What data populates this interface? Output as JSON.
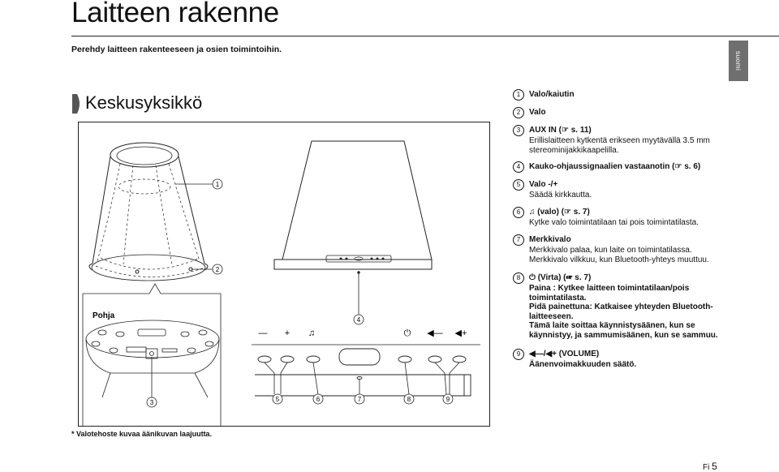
{
  "page": {
    "title": "Laitteen rakenne",
    "intro": "Perehdy laitteen rakenteeseen ja osien toimintoihin.",
    "language_tab": "suomi",
    "section_title": "Keskusyksikkö",
    "footnote": "* Valotehoste kuvaa äänikuvan laajuutta.",
    "page_prefix": "Fi",
    "page_number": "5"
  },
  "diagram": {
    "base_label": "Pohja",
    "callouts": [
      "1",
      "2",
      "3",
      "4",
      "5",
      "6",
      "7",
      "8",
      "9"
    ],
    "panel_symbols": [
      "—",
      "+",
      "♫",
      "⏻",
      "◀—",
      "◀+"
    ]
  },
  "items": [
    {
      "num": "1",
      "name": "Valo/kaiutin",
      "desc": []
    },
    {
      "num": "2",
      "name": "Valo",
      "desc": []
    },
    {
      "num": "3",
      "name": "AUX IN (☞ s. 11)",
      "desc": [
        {
          "text": "Erillislaitteen kytkentä erikseen myytävällä 3.5 mm",
          "bold": false
        },
        {
          "text": "stereominijakkikaapelilla.",
          "bold": false
        }
      ]
    },
    {
      "num": "4",
      "name": "Kauko-ohjaussignaalien vastaanotin (☞ s. 6)",
      "desc": []
    },
    {
      "num": "5",
      "name": "Valo -/+",
      "desc": [
        {
          "text": "Säädä kirkkautta.",
          "bold": false
        }
      ]
    },
    {
      "num": "6",
      "name": "♫ (valo) (☞ s. 7)",
      "desc": [
        {
          "text": "Kytke valo toimintatilaan tai pois toimintatilasta.",
          "bold": false
        }
      ]
    },
    {
      "num": "7",
      "name": "Merkkivalo",
      "desc": [
        {
          "text": "Merkkivalo palaa, kun laite on toimintatilassa.",
          "bold": false
        },
        {
          "text": "Merkkivalo vilkkuu, kun Bluetooth-yhteys muuttuu.",
          "bold": false
        }
      ]
    },
    {
      "num": "8",
      "name": "⏻ (Virta) (☞ s. 7)",
      "desc": [
        {
          "text": "Paina : Kytkee laitteen toimintatilaan/pois",
          "bold": true
        },
        {
          "text": "toimintatilasta.",
          "bold": true
        },
        {
          "text": "Pidä painettuna: Katkaisee yhteyden Bluetooth-",
          "bold": true
        },
        {
          "text": "laitteeseen.",
          "bold": true
        },
        {
          "text": "Tämä laite soittaa käynnistysäänen, kun se",
          "bold": true
        },
        {
          "text": "käynnistyy, ja sammumisäänen, kun se sammuu.",
          "bold": true
        }
      ]
    },
    {
      "num": "9",
      "name": "◀—/◀+ (VOLUME)",
      "desc": [
        {
          "text": "Äänenvoimakkuuden säätö.",
          "bold": true
        }
      ]
    }
  ]
}
